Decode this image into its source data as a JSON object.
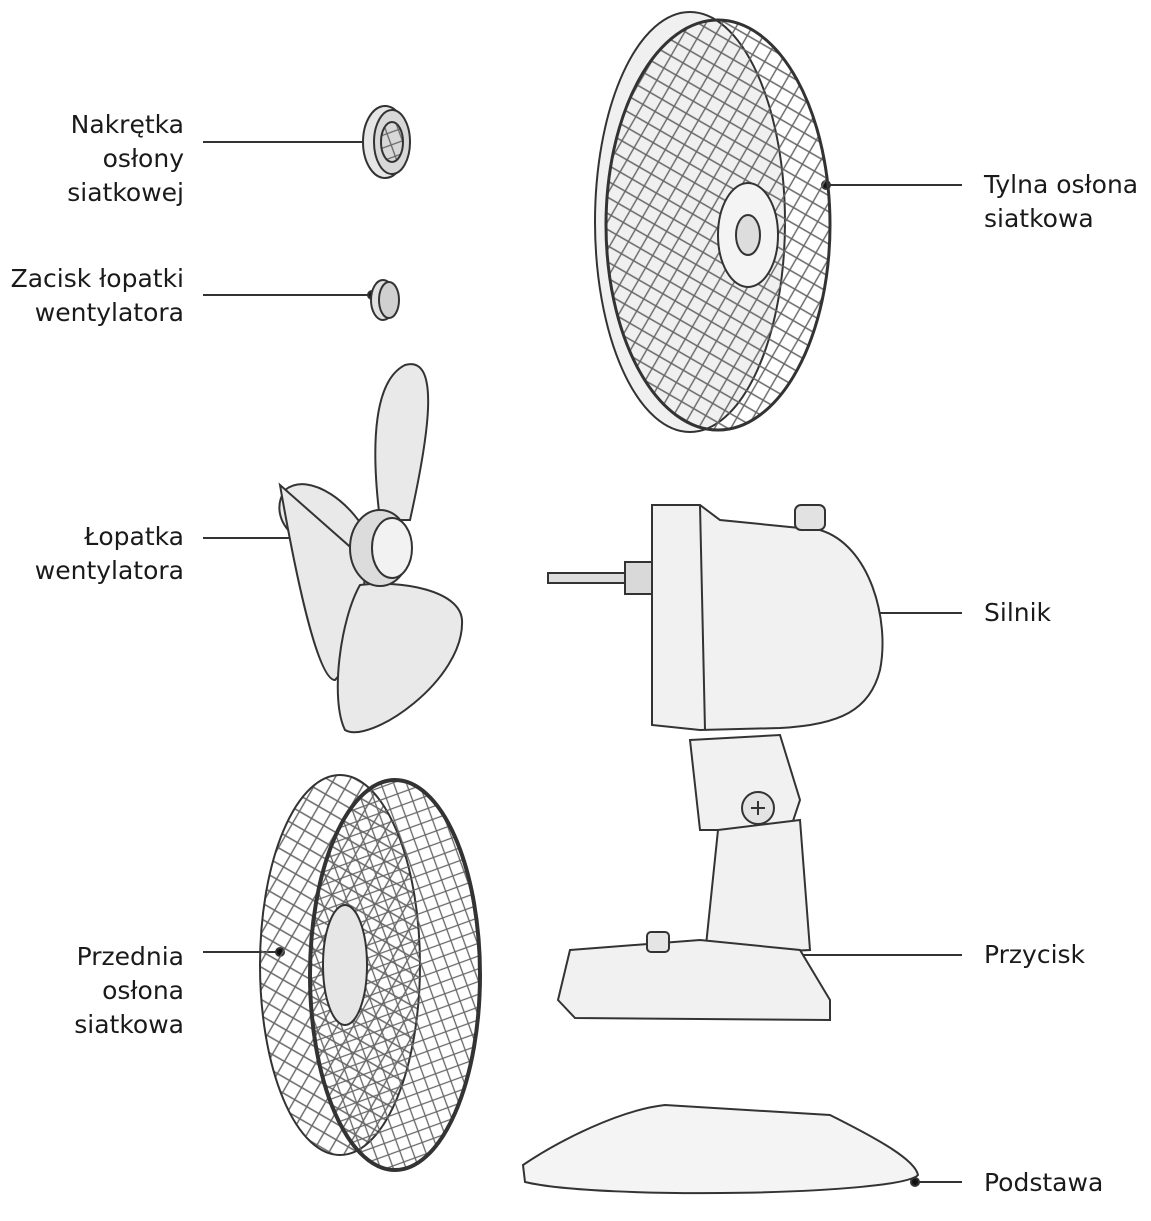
{
  "labels": {
    "grille_nut": [
      "Nakrętka",
      "osłony",
      "siatkowej"
    ],
    "blade_clamp": [
      "Zacisk łopatki",
      "wentylatora"
    ],
    "fan_blade": [
      "Łopatka",
      "wentylatora"
    ],
    "front_grille": [
      "Przednia",
      "osłona",
      "siatkowa"
    ],
    "rear_grille": [
      "Tylna osłona",
      "siatkowa"
    ],
    "motor": [
      "Silnik"
    ],
    "button": [
      "Przycisk"
    ],
    "base": [
      "Podstawa"
    ]
  },
  "colors": {
    "ink": "#1a1a1a",
    "part_fill": "#ececec",
    "part_stroke": "#333333",
    "mesh": "#555555"
  }
}
